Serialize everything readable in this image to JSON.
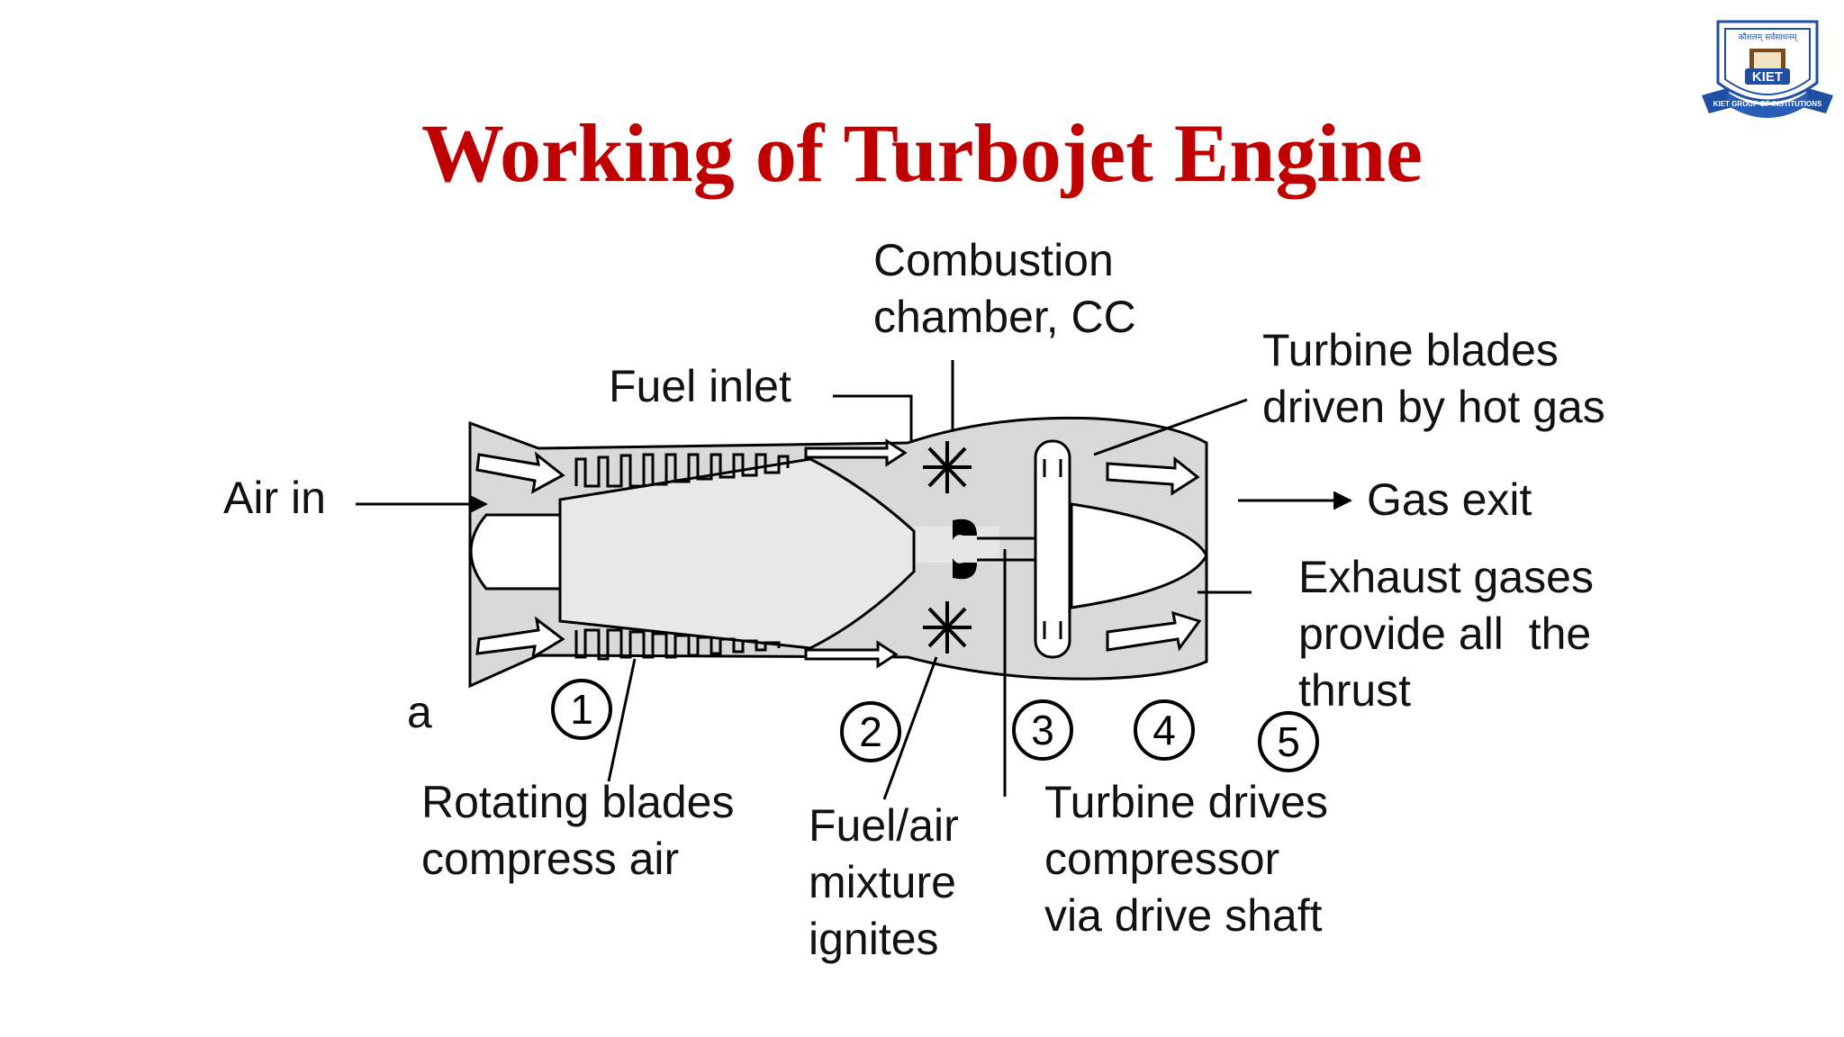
{
  "slide": {
    "title": "Working of Turbojet Engine"
  },
  "logo": {
    "top_text": "कौशलम् सर्वसाधनम्",
    "ring_text": "KIET GROUP OF INSTITUTIONS",
    "badge": "KIET",
    "icon": "kiet-crest-icon"
  },
  "diagram": {
    "panel_letter": "a",
    "labels": {
      "air_in": "Air in",
      "fuel_inlet": "Fuel inlet",
      "combustion_1": "Combustion",
      "combustion_2": "chamber, CC",
      "turbine_blades_1": "Turbine blades",
      "turbine_blades_2": "driven by hot gas",
      "gas_exit": "Gas exit",
      "exhaust_1": "Exhaust gases",
      "exhaust_2": "provide all  the",
      "exhaust_3": "thrust",
      "rotating_1": "Rotating blades",
      "rotating_2": "compress air",
      "fuelair_1": "Fuel/air",
      "fuelair_2": "mixture",
      "fuelair_3": "ignites",
      "turbine_drives_1": "Turbine drives",
      "turbine_drives_2": "compressor",
      "turbine_drives_3": "via drive shaft"
    },
    "stages": [
      "1",
      "2",
      "3",
      "4",
      "5"
    ],
    "colors": {
      "fill": "#d9d9d9",
      "stroke": "#000000",
      "title": "#c00000"
    }
  }
}
